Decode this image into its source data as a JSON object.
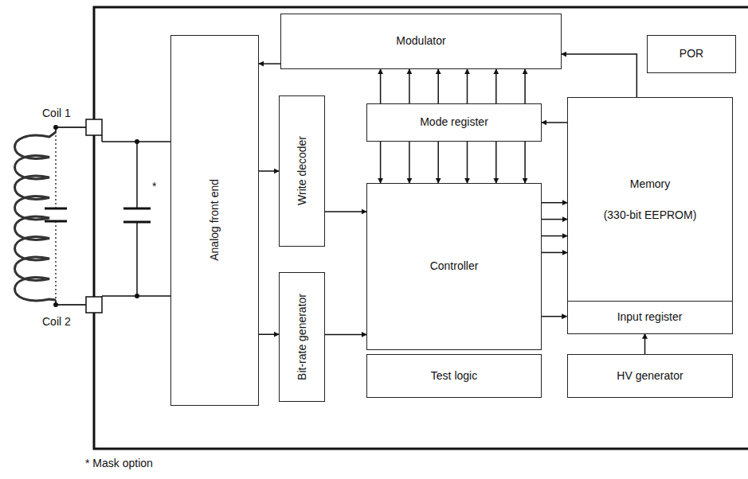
{
  "diagram": {
    "nodes": [
      {
        "text": [
          "Modulator"
        ]
      },
      {
        "text": [
          "POR"
        ]
      },
      {
        "text": [
          "Analog front end"
        ]
      },
      {
        "text": [
          "Write decoder"
        ]
      },
      {
        "text": [
          "Mode register"
        ]
      },
      {
        "text": [
          "Controller"
        ]
      },
      {
        "text": [
          "Memory",
          "(330-bit EEPROM)"
        ]
      },
      {
        "text": [
          "Input register"
        ],
        "in": 6
      },
      {
        "text": [
          "Bit-rate generator"
        ]
      },
      {
        "text": [
          "Test logic"
        ]
      },
      {
        "text": [
          "HV generator"
        ]
      }
    ],
    "edges": [
      {
        "from": 0,
        "to": 2,
        "arrow": "to"
      },
      {
        "from": 2,
        "to": 3,
        "arrow": "to"
      },
      {
        "from": 2,
        "to": 8,
        "arrow": "to"
      },
      {
        "from": 3,
        "to": 5,
        "arrow": "to"
      },
      {
        "from": 8,
        "to": 5,
        "arrow": "to"
      },
      {
        "from": 4,
        "to": 0,
        "arrow": "to"
      },
      {
        "from": 4,
        "to": 0,
        "arrow": "to"
      },
      {
        "from": 4,
        "to": 0,
        "arrow": "to"
      },
      {
        "from": 4,
        "to": 0,
        "arrow": "to"
      },
      {
        "from": 4,
        "to": 0,
        "arrow": "to"
      },
      {
        "from": 4,
        "to": 0,
        "arrow": "to"
      },
      {
        "from": 4,
        "to": 5,
        "arrow": "to"
      },
      {
        "from": 4,
        "to": 5,
        "arrow": "to"
      },
      {
        "from": 4,
        "to": 5,
        "arrow": "to"
      },
      {
        "from": 4,
        "to": 5,
        "arrow": "to"
      },
      {
        "from": 4,
        "to": 5,
        "arrow": "to"
      },
      {
        "from": 4,
        "to": 5,
        "arrow": "to"
      },
      {
        "from": 6,
        "to": 4,
        "arrow": "to"
      },
      {
        "from": 5,
        "to": 6,
        "arrow": "to"
      },
      {
        "from": 5,
        "to": 6,
        "arrow": "to"
      },
      {
        "from": 5,
        "to": 6,
        "arrow": "to"
      },
      {
        "from": 5,
        "to": 6,
        "arrow": "to"
      },
      {
        "from": 5,
        "to": 7,
        "arrow": "to"
      },
      {
        "from": 10,
        "to": 7,
        "arrow": "to"
      },
      {
        "from": 6,
        "to": 0,
        "arrow": "to"
      }
    ],
    "labels": [
      "Coil 1",
      "*",
      "Coil 2",
      "* Mask option"
    ]
  }
}
